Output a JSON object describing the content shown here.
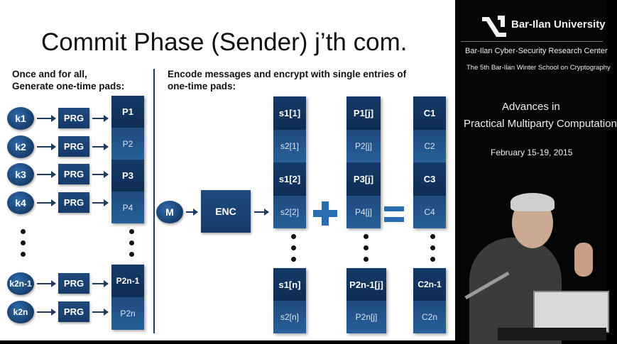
{
  "slide": {
    "title": "Commit Phase (Sender) j’th com.",
    "left_label_1": "Once and for all,",
    "left_label_2": "Generate one-time pads:",
    "right_label_1": "Encode messages and encrypt with single entries of",
    "right_label_2": "one-time pads:",
    "prg_label": "PRG",
    "enc_label": "ENC",
    "m_label": "M",
    "keys": [
      "k1",
      "k2",
      "k3",
      "k4",
      "k2n-1",
      "k2n"
    ],
    "pads": [
      "P1",
      "P2",
      "P3",
      "P4",
      "P2n-1",
      "P2n"
    ],
    "s_column": [
      "s1[1]",
      "s2[1]",
      "s1[2]",
      "s2[2]",
      "s1[n]",
      "s2[n]"
    ],
    "pj_column": [
      "P1[j]",
      "P2[j]",
      "P3[j]",
      "P4[j]",
      "P2n-1[j]",
      "P2n[j]"
    ],
    "c_column": [
      "C1",
      "C2",
      "C3",
      "C4",
      "C2n-1",
      "C2n"
    ],
    "plus_symbol": "+",
    "equals_symbol": "="
  },
  "sidebar": {
    "logo_text": "Bar-Ilan University",
    "center": "Bar-Ilan Cyber-Security Research Center",
    "school": "The 5th Bar-Ilan Winter School on Cryptography",
    "heading_1": "Advances in",
    "heading_2": "Practical Multiparty Computation",
    "dates": "February 15-19, 2015"
  },
  "colors": {
    "dark_cell": "#153a68",
    "light_cell": "#28609a",
    "side_bg": "#050505"
  }
}
